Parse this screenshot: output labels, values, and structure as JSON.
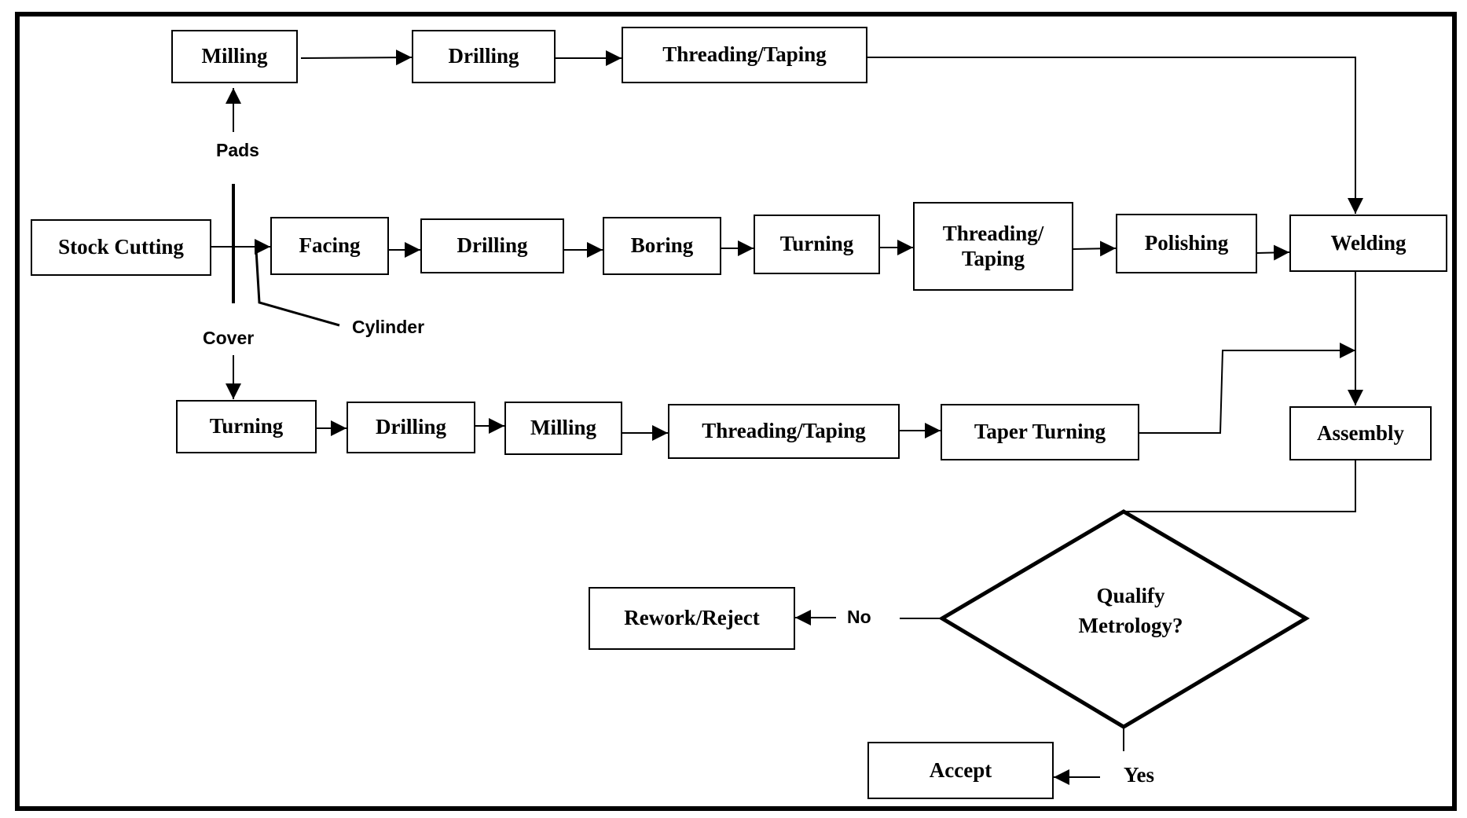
{
  "nodes": {
    "milling_top": "Milling",
    "drilling_top": "Drilling",
    "threading_top": "Threading/Taping",
    "stock_cutting": "Stock Cutting",
    "facing": "Facing",
    "drilling_mid": "Drilling",
    "boring": "Boring",
    "turning_mid": "Turning",
    "threading_mid_1": "Threading/",
    "threading_mid_2": "Taping",
    "polishing": "Polishing",
    "welding": "Welding",
    "turning_bot": "Turning",
    "drilling_bot": "Drilling",
    "milling_bot": "Milling",
    "threading_bot": "Threading/Taping",
    "taper_turning": "Taper Turning",
    "assembly": "Assembly",
    "rework_reject": "Rework/Reject",
    "accept": "Accept"
  },
  "decision": {
    "line1": "Qualify",
    "line2": "Metrology?"
  },
  "labels": {
    "pads": "Pads",
    "cover": "Cover",
    "cylinder": "Cylinder",
    "no": "No",
    "yes": "Yes"
  }
}
